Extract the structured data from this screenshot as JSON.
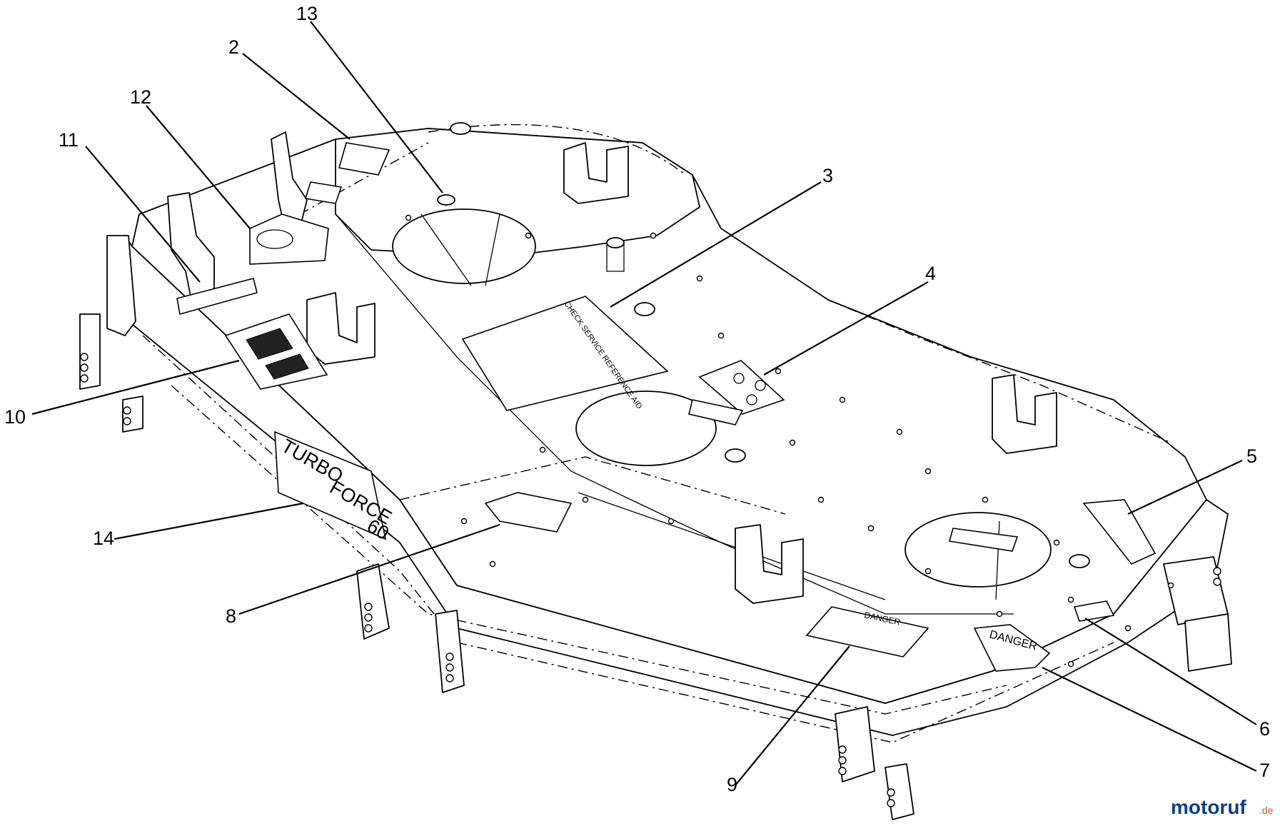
{
  "diagram": {
    "callouts": [
      "13",
      "2",
      "12",
      "11",
      "3",
      "4",
      "10",
      "5",
      "14",
      "8",
      "9",
      "7",
      "6"
    ],
    "decals": {
      "turbo_force_word1": "TURBO",
      "turbo_force_word2": "FORCE",
      "turbo_force_size": "60",
      "danger_large": "DANGER",
      "danger_small": "DANGER",
      "check_service": "CHECK SERVICE REFERENCE AID"
    },
    "watermark": {
      "brand_a": "motoruf",
      "brand_b": ".de"
    },
    "colors": {
      "line": "#000000",
      "background": "#ffffff",
      "watermark_primary": "#0b3f8c",
      "watermark_accent": "#c7571d"
    }
  }
}
